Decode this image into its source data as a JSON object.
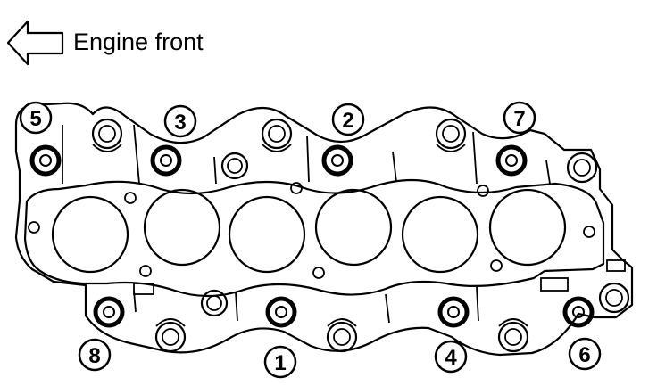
{
  "header": {
    "direction_label": "Engine front",
    "arrow_icon": "left-arrow-icon"
  },
  "bolts": [
    {
      "label": "1"
    },
    {
      "label": "2"
    },
    {
      "label": "3"
    },
    {
      "label": "4"
    },
    {
      "label": "5"
    },
    {
      "label": "6"
    },
    {
      "label": "7"
    },
    {
      "label": "8"
    }
  ],
  "ports": 6,
  "colors": {
    "line": "#000000",
    "background": "#ffffff"
  }
}
